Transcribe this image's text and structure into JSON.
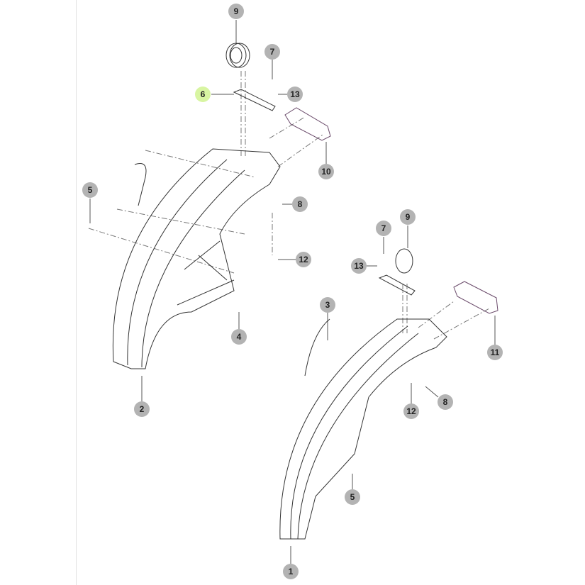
{
  "callouts": [
    {
      "id": "c9a",
      "label": "9",
      "highlighted": false
    },
    {
      "id": "c7a",
      "label": "7",
      "highlighted": false
    },
    {
      "id": "c6",
      "label": "6",
      "highlighted": true
    },
    {
      "id": "c13a",
      "label": "13",
      "highlighted": false
    },
    {
      "id": "c10",
      "label": "10",
      "highlighted": false
    },
    {
      "id": "c5a",
      "label": "5",
      "highlighted": false
    },
    {
      "id": "c8a",
      "label": "8",
      "highlighted": false
    },
    {
      "id": "c12a",
      "label": "12",
      "highlighted": false
    },
    {
      "id": "c4",
      "label": "4",
      "highlighted": false
    },
    {
      "id": "c2",
      "label": "2",
      "highlighted": false
    },
    {
      "id": "c9b",
      "label": "9",
      "highlighted": false
    },
    {
      "id": "c7b",
      "label": "7",
      "highlighted": false
    },
    {
      "id": "c13b",
      "label": "13",
      "highlighted": false
    },
    {
      "id": "c3",
      "label": "3",
      "highlighted": false
    },
    {
      "id": "c11",
      "label": "11",
      "highlighted": false
    },
    {
      "id": "c12b",
      "label": "12",
      "highlighted": false
    },
    {
      "id": "c8b",
      "label": "8",
      "highlighted": false
    },
    {
      "id": "c5b",
      "label": "5",
      "highlighted": false
    },
    {
      "id": "c1",
      "label": "1",
      "highlighted": false
    }
  ],
  "colors": {
    "callout": "#b3b3b3",
    "highlight": "#d8f5a2",
    "line": "#333333"
  }
}
